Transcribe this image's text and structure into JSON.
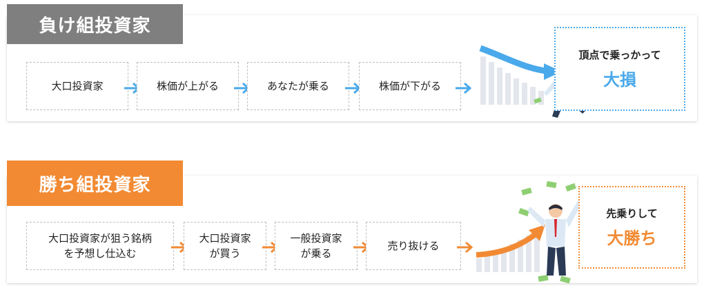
{
  "colors": {
    "lose_accent": "#4aa9ea",
    "lose_tag": "#7f7f7f",
    "win_accent": "#f28a33",
    "win_tag": "#f28a33"
  },
  "lose": {
    "title": "負け組投資家",
    "steps": [
      "大口投資家",
      "株価が上がる",
      "あなたが乗る",
      "株価が下がる"
    ],
    "result_sub": "頂点で乗っかって",
    "result_big": "大損"
  },
  "win": {
    "title": "勝ち組投資家",
    "steps": [
      "大口投資家が狙う銘柄\nを予想し仕込む",
      "大口投資家\nが買う",
      "一般投資家\nが乗る",
      "売り抜ける"
    ],
    "result_sub": "先乗りして",
    "result_big": "大勝ち"
  }
}
